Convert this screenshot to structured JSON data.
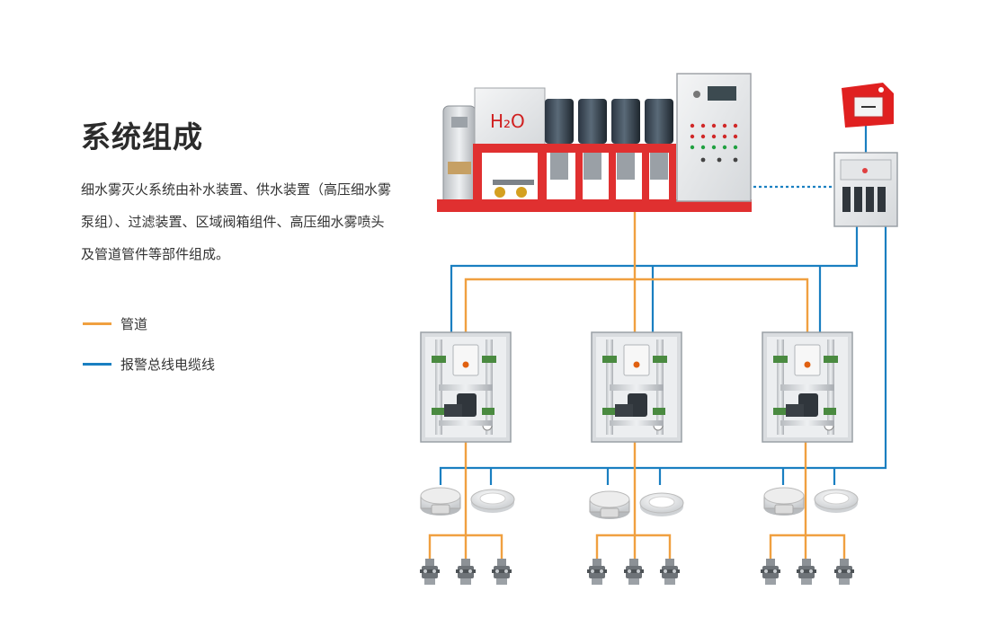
{
  "intro": {
    "title": "系统组成",
    "description": "细水雾灭火系统由补水装置、供水装置（高压细水雾泵组）、过滤装置、区域阀箱组件、高压细水雾喷头及管道管件等部件组成。"
  },
  "legend": [
    {
      "label": "管道",
      "color": "#f0a040"
    },
    {
      "label": "报警总线电缆线",
      "color": "#1a7fc1"
    }
  ],
  "equipment": {
    "tank_label": "H₂O"
  },
  "colors": {
    "pipe": "#f0a040",
    "cable": "#1a7fc1",
    "frame": "#e03030"
  }
}
